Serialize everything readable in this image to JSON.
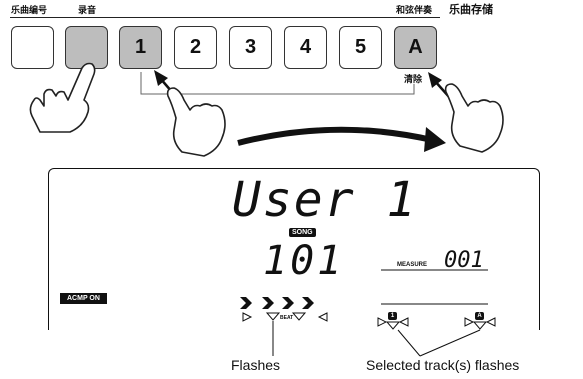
{
  "header": {
    "song_number_label": "乐曲编号",
    "record_label": "录音",
    "chord_label": "和弦伴奏",
    "song_memory_label": "乐曲存储",
    "clear_label": "清除"
  },
  "buttons": {
    "track_1": "1",
    "track_2": "2",
    "track_3": "3",
    "track_4": "4",
    "track_5": "5",
    "track_a": "A"
  },
  "display": {
    "main_text": "User 1",
    "song_badge": "SONG",
    "song_number": "101",
    "measure_label": "MEASURE",
    "measure_value": "001",
    "acmp_badge": "ACMP ON",
    "beat_label": "BEAT",
    "track_1_badge": "1",
    "track_a_badge": "A"
  },
  "captions": {
    "flashes": "Flashes",
    "selected_tracks_flash": "Selected track(s) flashes"
  },
  "icons": [
    "hand-pointer-icon",
    "curved-arrow-icon",
    "triangle-indicator-icon",
    "beat-chevron-icon"
  ],
  "colors": {
    "button_gray": "#bdbdbd",
    "line": "#222222"
  }
}
